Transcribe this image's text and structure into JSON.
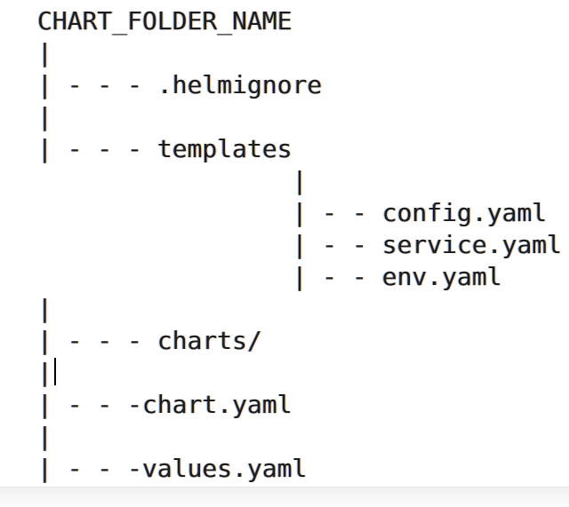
{
  "app": {
    "background_color": "#ffffff",
    "text_color": "#1c1c1c",
    "caret_color": "#000000",
    "page_edge_color": "#efefef"
  },
  "document": {
    "root_label": "CHART_FOLDER_NAME",
    "lines": [
      {
        "text": "CHART_FOLDER_NAME"
      },
      {
        "text": "|"
      },
      {
        "text": "| - - - .helmignore"
      },
      {
        "text": "|"
      },
      {
        "text": "| - - - templates"
      },
      {
        "text": "                 |"
      },
      {
        "text": "                 | - - config.yaml"
      },
      {
        "text": "                 | - - service.yaml"
      },
      {
        "text": "                 | - - env.yaml"
      },
      {
        "text": "|"
      },
      {
        "text": "| - - - charts/"
      },
      {
        "text": "|",
        "caret_after": true
      },
      {
        "text": "| - - -chart.yaml"
      },
      {
        "text": "|"
      },
      {
        "text": "| - - -values.yaml"
      }
    ]
  }
}
